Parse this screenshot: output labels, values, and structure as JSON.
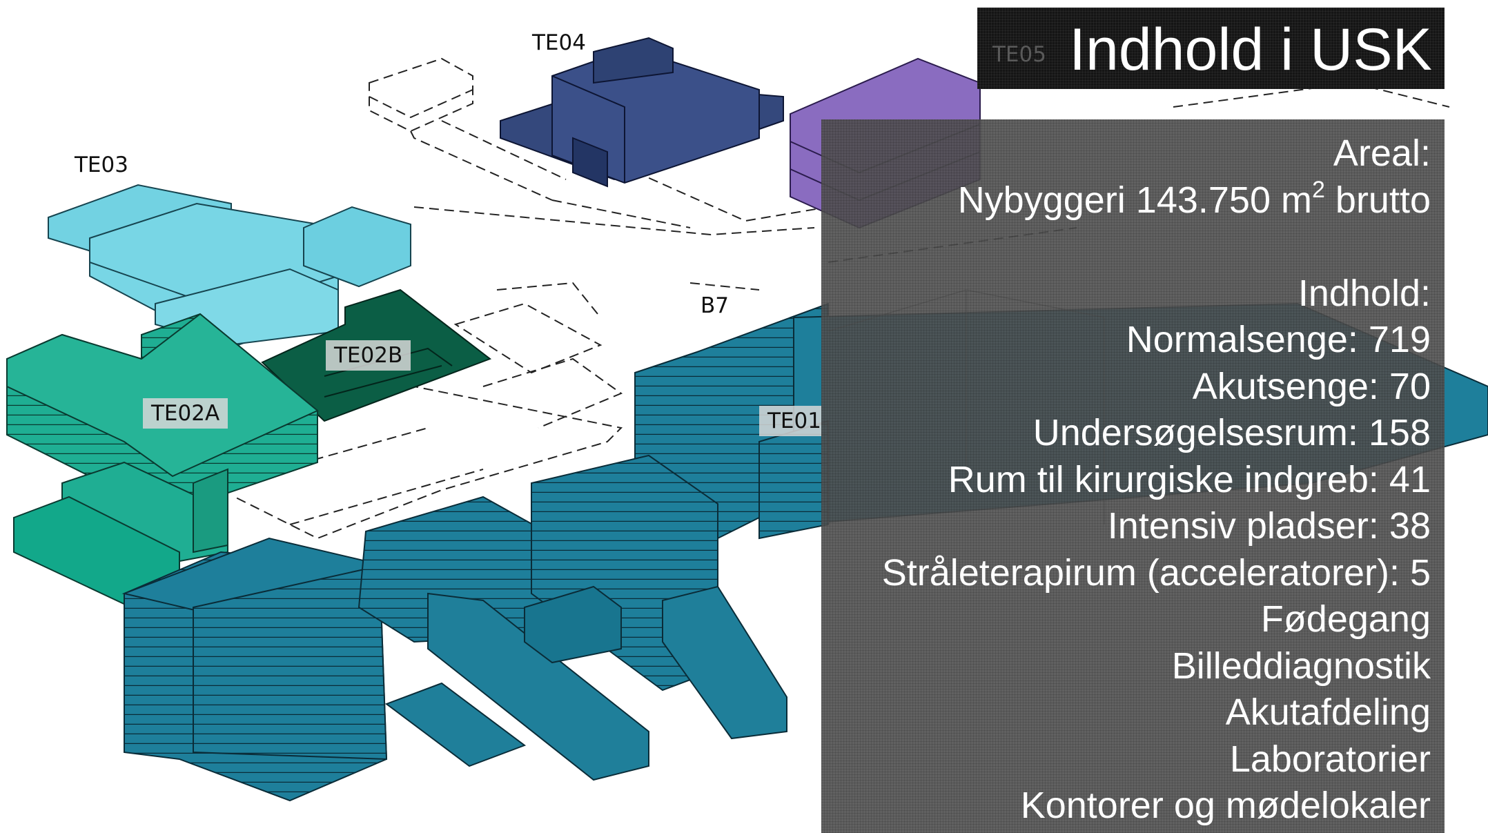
{
  "title": "Indhold i USK",
  "building_labels": {
    "te01": "TE01",
    "te02a": "TE02A",
    "te02b": "TE02B",
    "te03": "TE03",
    "te04": "TE04",
    "te05": "TE05",
    "b7": "B7"
  },
  "info": {
    "areal_heading": "Areal:",
    "areal_prefix": "Nybyggeri 143.750 m",
    "areal_superscript": "2",
    "areal_suffix": " brutto",
    "indhold_heading": "Indhold:",
    "items": [
      "Normalsenge: 719",
      "Akutsenge: 70",
      "Undersøgelsesrum: 158",
      "Rum til kirurgiske indgreb: 41",
      "Intensiv pladser: 38",
      "Stråleterapirum (acceleratorer): 5",
      "Fødegang",
      "Billeddiagnostik",
      "Akutafdeling",
      "Laboratorier",
      "Kontorer og mødelokaler"
    ]
  },
  "colors": {
    "te01": "#1e7f9b",
    "te02a": "#1fae93",
    "te02b": "#0b5e45",
    "te03": "#72d2e2",
    "te04": "#34487c",
    "te05": "#8a6cc0",
    "title_bg": "#151515",
    "panel_bg": "#505050"
  }
}
